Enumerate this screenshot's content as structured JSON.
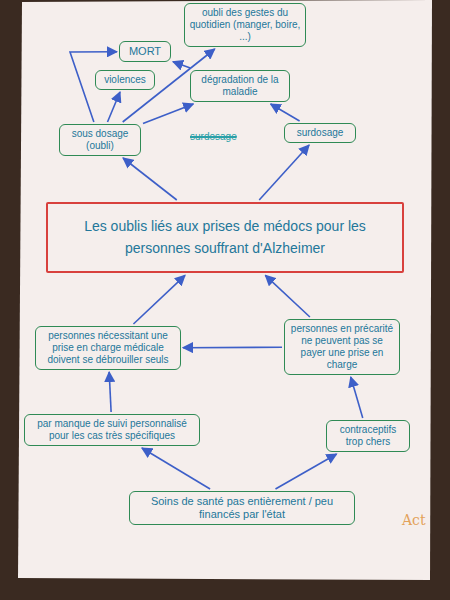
{
  "diagram": {
    "nodes": [
      {
        "text": [
          "oubli des gestes du quotidien (manger, boire, ...)"
        ]
      },
      {
        "text": [
          "MORT"
        ]
      },
      {
        "text": [
          "violences"
        ]
      },
      {
        "text": [
          "dégradation de la maladie"
        ]
      },
      {
        "text": [
          "sous dosage (oubli)"
        ]
      },
      {
        "text": [
          "surdosage"
        ]
      },
      {
        "text": [
          "Les oublis liés aux prises de médocs pour les personnes souffrant d'Alzheimer"
        ]
      },
      {
        "text": [
          "personnes nécessitant une prise en charge médicale doivent se débrouiller seuls"
        ]
      },
      {
        "text": [
          "personnes en précarité ne peuvent pas se payer une prise en charge"
        ]
      },
      {
        "text": [
          "par manque de suivi personnalisé pour les cas très spécifiques"
        ]
      },
      {
        "text": [
          "contraceptifs trop chers"
        ]
      },
      {
        "text": [
          "Soins de santé pas entièrement / peu financés par l'état"
        ]
      }
    ],
    "edges": [
      {
        "from": 4,
        "to": 1,
        "arrow": "to"
      },
      {
        "from": 4,
        "to": 2,
        "arrow": "to"
      },
      {
        "from": 4,
        "to": 3,
        "arrow": "to"
      },
      {
        "from": 4,
        "to": 0,
        "arrow": "to"
      },
      {
        "from": 3,
        "to": 1,
        "arrow": "to"
      },
      {
        "from": 5,
        "to": 3,
        "arrow": "to"
      },
      {
        "from": 6,
        "to": 4,
        "arrow": "to"
      },
      {
        "from": 6,
        "to": 5,
        "arrow": "to"
      },
      {
        "from": 7,
        "to": 6,
        "arrow": "to"
      },
      {
        "from": 8,
        "to": 6,
        "arrow": "to"
      },
      {
        "from": 8,
        "to": 7,
        "arrow": "to"
      },
      {
        "from": 9,
        "to": 7,
        "arrow": "to"
      },
      {
        "from": 10,
        "to": 8,
        "arrow": "to"
      },
      {
        "from": 11,
        "to": 9,
        "arrow": "to"
      },
      {
        "from": 11,
        "to": 10,
        "arrow": "to"
      }
    ],
    "labels": [
      "surdosage",
      "Act"
    ]
  }
}
